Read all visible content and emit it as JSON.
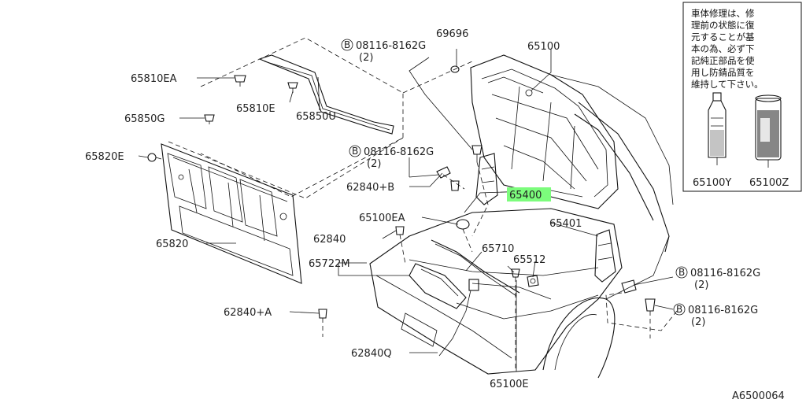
{
  "diagram": {
    "drawing_code": "A6500064",
    "labels": {
      "l65810EA": "65810EA",
      "l65850G": "65850G",
      "l65810E": "65810E",
      "l65850U": "65850U",
      "l65820E": "65820E",
      "l65820": "65820",
      "l62840A": "62840+A",
      "l62840Q": "62840Q",
      "l62840": "62840",
      "l65722M": "65722M",
      "l62840B": "62840+B",
      "l65100EA": "65100EA",
      "l69696": "69696",
      "l65100": "65100",
      "l65400": "65400",
      "l65401": "65401",
      "l65710": "65710",
      "l65512": "65512",
      "l65100E": "65100E"
    },
    "bolt_callouts": {
      "b1": {
        "mark": "B",
        "part": "08116-8162G",
        "qty": "(2)"
      },
      "b2": {
        "mark": "B",
        "part": "08116-8162G",
        "qty": "(2)"
      },
      "b3": {
        "mark": "B",
        "part": "08116-8162G",
        "qty": "(2)"
      },
      "b4": {
        "mark": "B",
        "part": "08116-8162G",
        "qty": "(2)"
      }
    },
    "note_box": {
      "lines": [
        "車体修理は、修",
        "理前の状態に復",
        "元することが基",
        "本の為、必ず下",
        "記純正部品を使",
        "用し防錆品質を",
        "維持して下さい。"
      ],
      "items": [
        {
          "label": "65100Y"
        },
        {
          "label": "65100Z"
        }
      ]
    },
    "highlight_color": "#7CFC7C"
  }
}
